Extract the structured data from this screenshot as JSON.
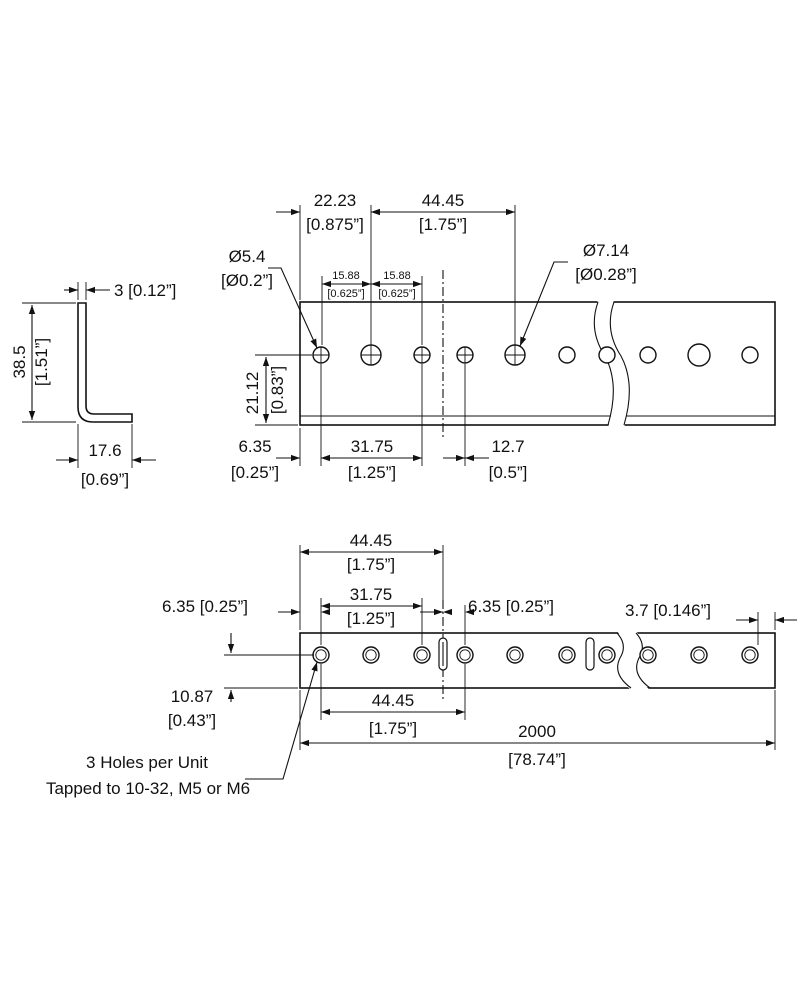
{
  "side_view": {
    "thickness": "3 [0.12”]",
    "height_mm": "38.5",
    "height_in": "[1.51”]",
    "flange_mm": "17.6",
    "flange_in": "[0.69”]"
  },
  "front_view": {
    "dim_2223": "22.23",
    "dim_2223_in": "[0.875”]",
    "dim_4445": "44.45",
    "dim_4445_in": "[1.75”]",
    "hole_small_mm": "Ø5.4",
    "hole_small_in": "[Ø0.2”]",
    "hole_large_mm": "Ø7.14",
    "hole_large_in": "[Ø0.28”]",
    "dim_1588_a": "15.88",
    "dim_1588_a_in": "[0.625”]",
    "dim_1588_b": "15.88",
    "dim_1588_b_in": "[0.625”]",
    "dim_2112": "21.12",
    "dim_2112_in": "[0.83”]",
    "dim_635": "6.35",
    "dim_635_in": "[0.25”]",
    "dim_3175": "31.75",
    "dim_3175_in": "[1.25”]",
    "dim_127": "12.7",
    "dim_127_in": "[0.5”]"
  },
  "top_view": {
    "dim_4445_top": "44.45",
    "dim_4445_top_in": "[1.75”]",
    "dim_3175": "31.75",
    "dim_3175_in": "[1.25”]",
    "dim_635_left": "6.35 [0.25”]",
    "dim_635_right": "6.35 [0.25”]",
    "dim_37": "3.7 [0.146”]",
    "dim_1087": "10.87",
    "dim_1087_in": "[0.43”]",
    "dim_4445_bottom": "44.45",
    "dim_4445_bottom_in": "[1.75”]",
    "dim_2000": "2000",
    "dim_2000_in": "[78.74”]",
    "note_line1": "3 Holes per Unit",
    "note_line2": "Tapped to 10-32, M5 or M6"
  }
}
